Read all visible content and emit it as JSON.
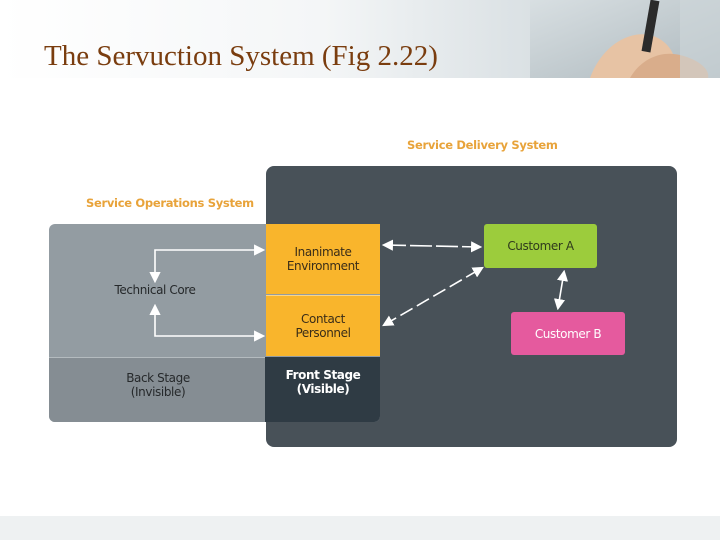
{
  "slide": {
    "title": "The Servuction System (Fig 2.22)"
  },
  "diagram": {
    "service_delivery_label": "Service Delivery System",
    "service_operations_label": "Service Operations System",
    "technical_core": "Technical Core",
    "inanimate_environment": [
      "Inanimate",
      "Environment"
    ],
    "contact_personnel": [
      "Contact",
      "Personnel"
    ],
    "customer_a": "Customer A",
    "customer_b": "Customer B",
    "back_stage": [
      "Back Stage",
      "(Invisible)"
    ],
    "front_stage": [
      "Front Stage",
      "(Visible)"
    ]
  },
  "colors": {
    "title": "#7a3d0f",
    "section_labels": "#e8a33a",
    "delivery_panel": "#485158",
    "operations_panel": "#939ca2",
    "front_stage": "#2f3b44",
    "orange_boxes": "#f9b52c",
    "customer_a": "#9ccc3c",
    "customer_b": "#e55a9e"
  }
}
